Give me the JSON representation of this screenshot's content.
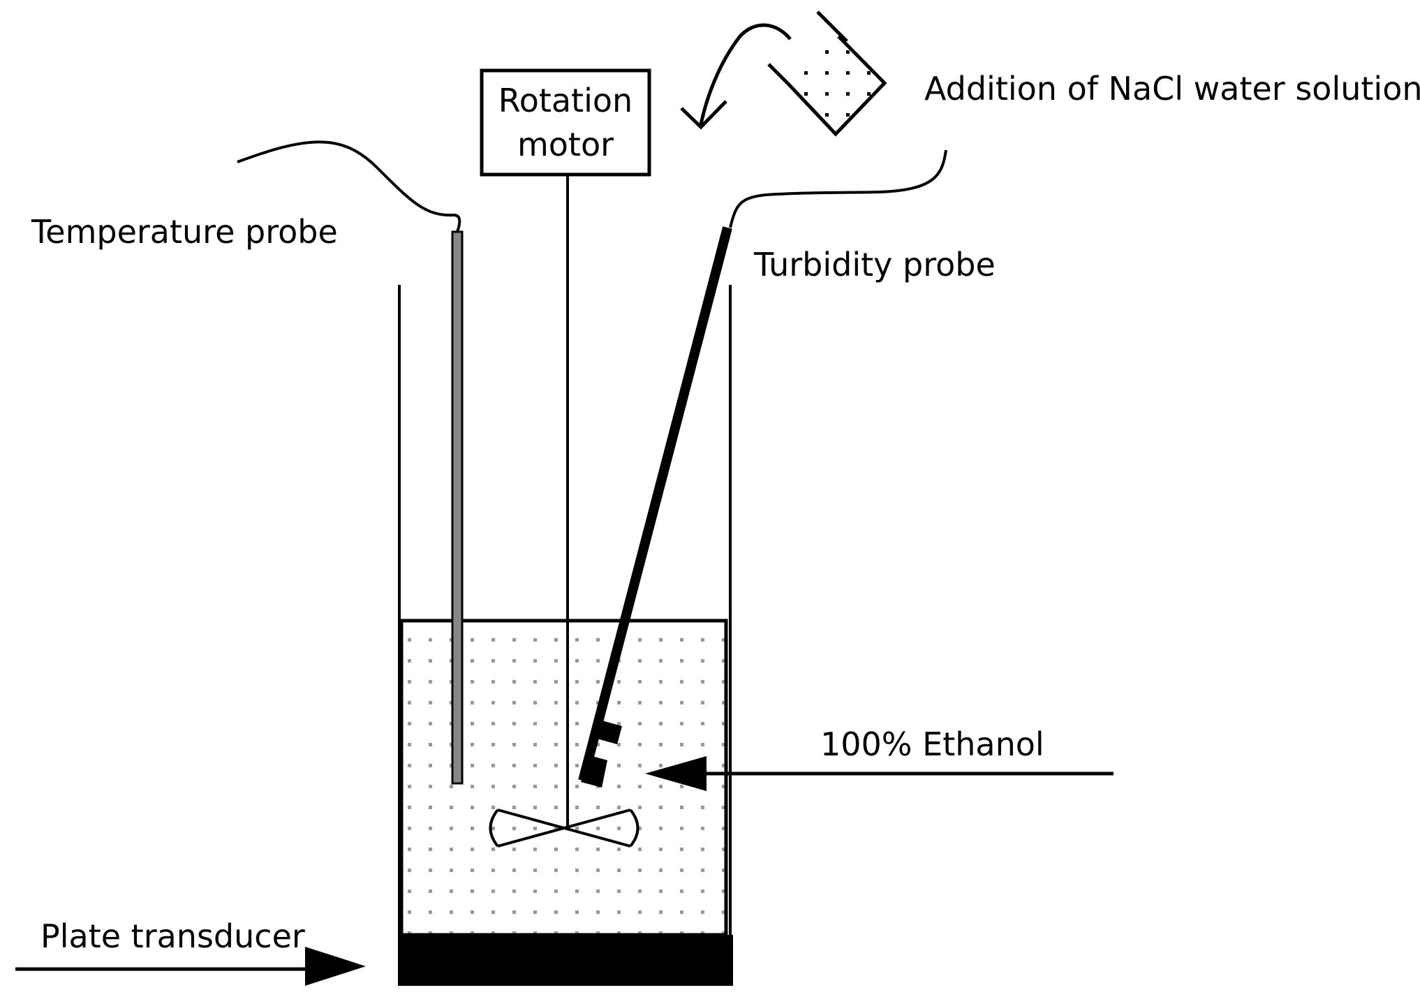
{
  "labels": {
    "rotation_motor_line1": "Rotation",
    "rotation_motor_line2": "motor",
    "addition": "Addition of NaCl water solution",
    "temperature_probe": "Temperature probe",
    "turbidity_probe": "Turbidity probe",
    "ethanol": "100% Ethanol",
    "plate_transducer": "Plate transducer"
  },
  "colors": {
    "stroke": "#000000",
    "liquid_dots": "#999999",
    "probe_fill": "#888888",
    "background": "#ffffff"
  }
}
